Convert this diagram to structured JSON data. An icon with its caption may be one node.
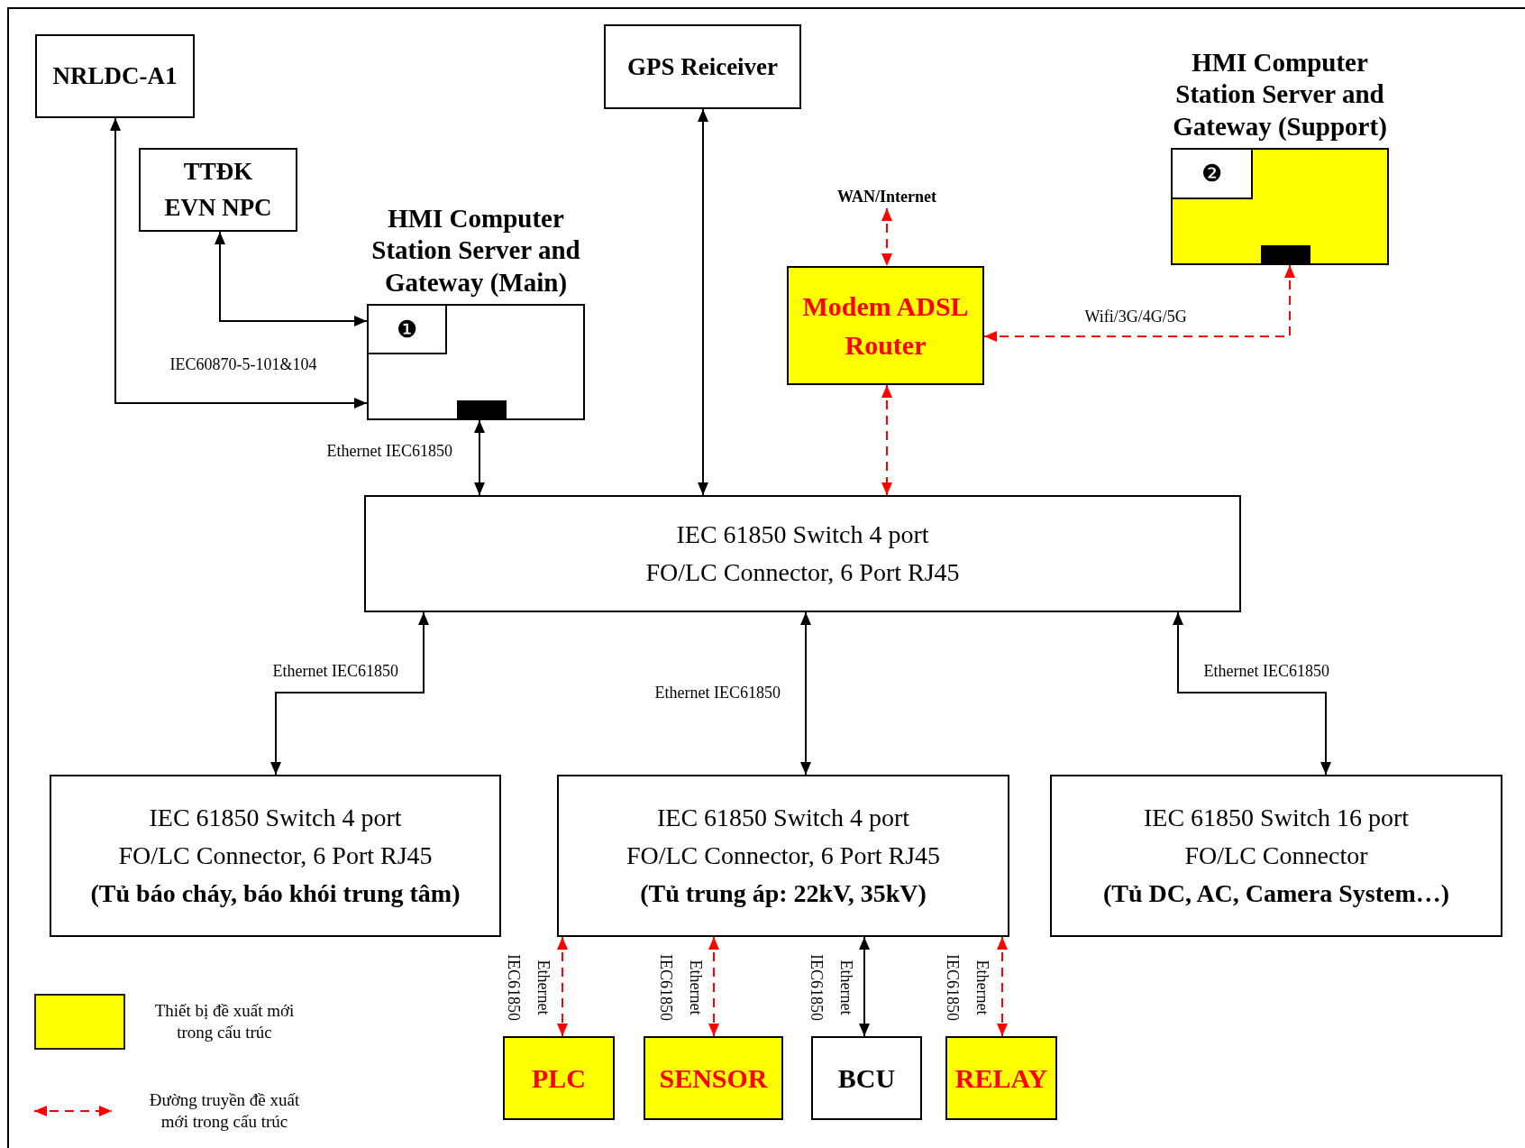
{
  "diagram": {
    "nodes": [
      {
        "text": [
          "NRLDC-A1"
        ]
      },
      {
        "text": [
          "GPS Reiceiver"
        ]
      },
      {
        "text": [
          "HMI Computer Station Server and Gateway (Support)"
        ]
      },
      {
        "text": [
          "❷"
        ],
        "in": 2
      },
      {
        "text": [
          "TTĐK EVN NPC"
        ]
      },
      {
        "text": [
          "WAN/Internet"
        ]
      },
      {
        "text": [
          "HMI Computer Station Server and Gateway (Main)"
        ]
      },
      {
        "text": [
          "❶"
        ],
        "in": 6
      },
      {
        "text": [
          "Modem ADSL Router"
        ]
      },
      {
        "text": [
          "IEC 61850 Switch 4 port",
          "FO/LC Connector, 6 Port RJ45"
        ]
      },
      {
        "text": [
          "IEC 61850 Switch 4 port",
          "FO/LC Connector, 6 Port RJ45",
          "(Tủ báo cháy, báo khói trung tâm)"
        ]
      },
      {
        "text": [
          "IEC 61850 Switch 4 port",
          "FO/LC Connector, 6 Port RJ45",
          "(Tủ trung áp: 22kV, 35kV)"
        ]
      },
      {
        "text": [
          "IEC 61850 Switch 16 port",
          "FO/LC Connector",
          "(Tủ DC, AC, Camera System…)"
        ]
      },
      {
        "text": [
          "PLC"
        ]
      },
      {
        "text": [
          "SENSOR"
        ]
      },
      {
        "text": [
          "BCU"
        ]
      },
      {
        "text": [
          "RELAY"
        ]
      }
    ],
    "edges": [
      {
        "from": 0,
        "to": 6,
        "arrow": "both",
        "label": "IEC60870-5-101&104"
      },
      {
        "from": 4,
        "to": 6,
        "arrow": "both"
      },
      {
        "from": 6,
        "to": 9,
        "arrow": "both",
        "label": "Ethernet IEC61850"
      },
      {
        "from": 1,
        "to": 9,
        "arrow": "both"
      },
      {
        "from": 5,
        "to": 8,
        "arrow": "both",
        "style": "dashed",
        "color": "#ff0000"
      },
      {
        "from": 2,
        "to": 8,
        "arrow": "both",
        "label": "Wifi/3G/4G/5G",
        "style": "dashed",
        "color": "#ff0000"
      },
      {
        "from": 8,
        "to": 9,
        "arrow": "both",
        "style": "dashed",
        "color": "#ff0000"
      },
      {
        "from": 9,
        "to": 10,
        "arrow": "both",
        "label": "Ethernet IEC61850"
      },
      {
        "from": 9,
        "to": 11,
        "arrow": "both",
        "label": "Ethernet IEC61850"
      },
      {
        "from": 9,
        "to": 12,
        "arrow": "both",
        "label": "Ethernet IEC61850"
      },
      {
        "from": 11,
        "to": 13,
        "arrow": "both",
        "label": "Ethernet IEC61850",
        "style": "dashed",
        "color": "#ff0000"
      },
      {
        "from": 11,
        "to": 14,
        "arrow": "both",
        "label": "Ethernet IEC61850",
        "style": "dashed",
        "color": "#ff0000"
      },
      {
        "from": 11,
        "to": 15,
        "arrow": "both",
        "label": "Ethernet IEC61850"
      },
      {
        "from": 11,
        "to": 16,
        "arrow": "both",
        "label": "Ethernet IEC61850",
        "style": "dashed",
        "color": "#ff0000"
      }
    ],
    "legend": [
      {
        "text": "Thiết bị đề xuất mới trong cấu trúc",
        "color": "#ffff00"
      },
      {
        "text": "Đường truyền đề xuất mới trong cấu trúc"
      }
    ]
  }
}
